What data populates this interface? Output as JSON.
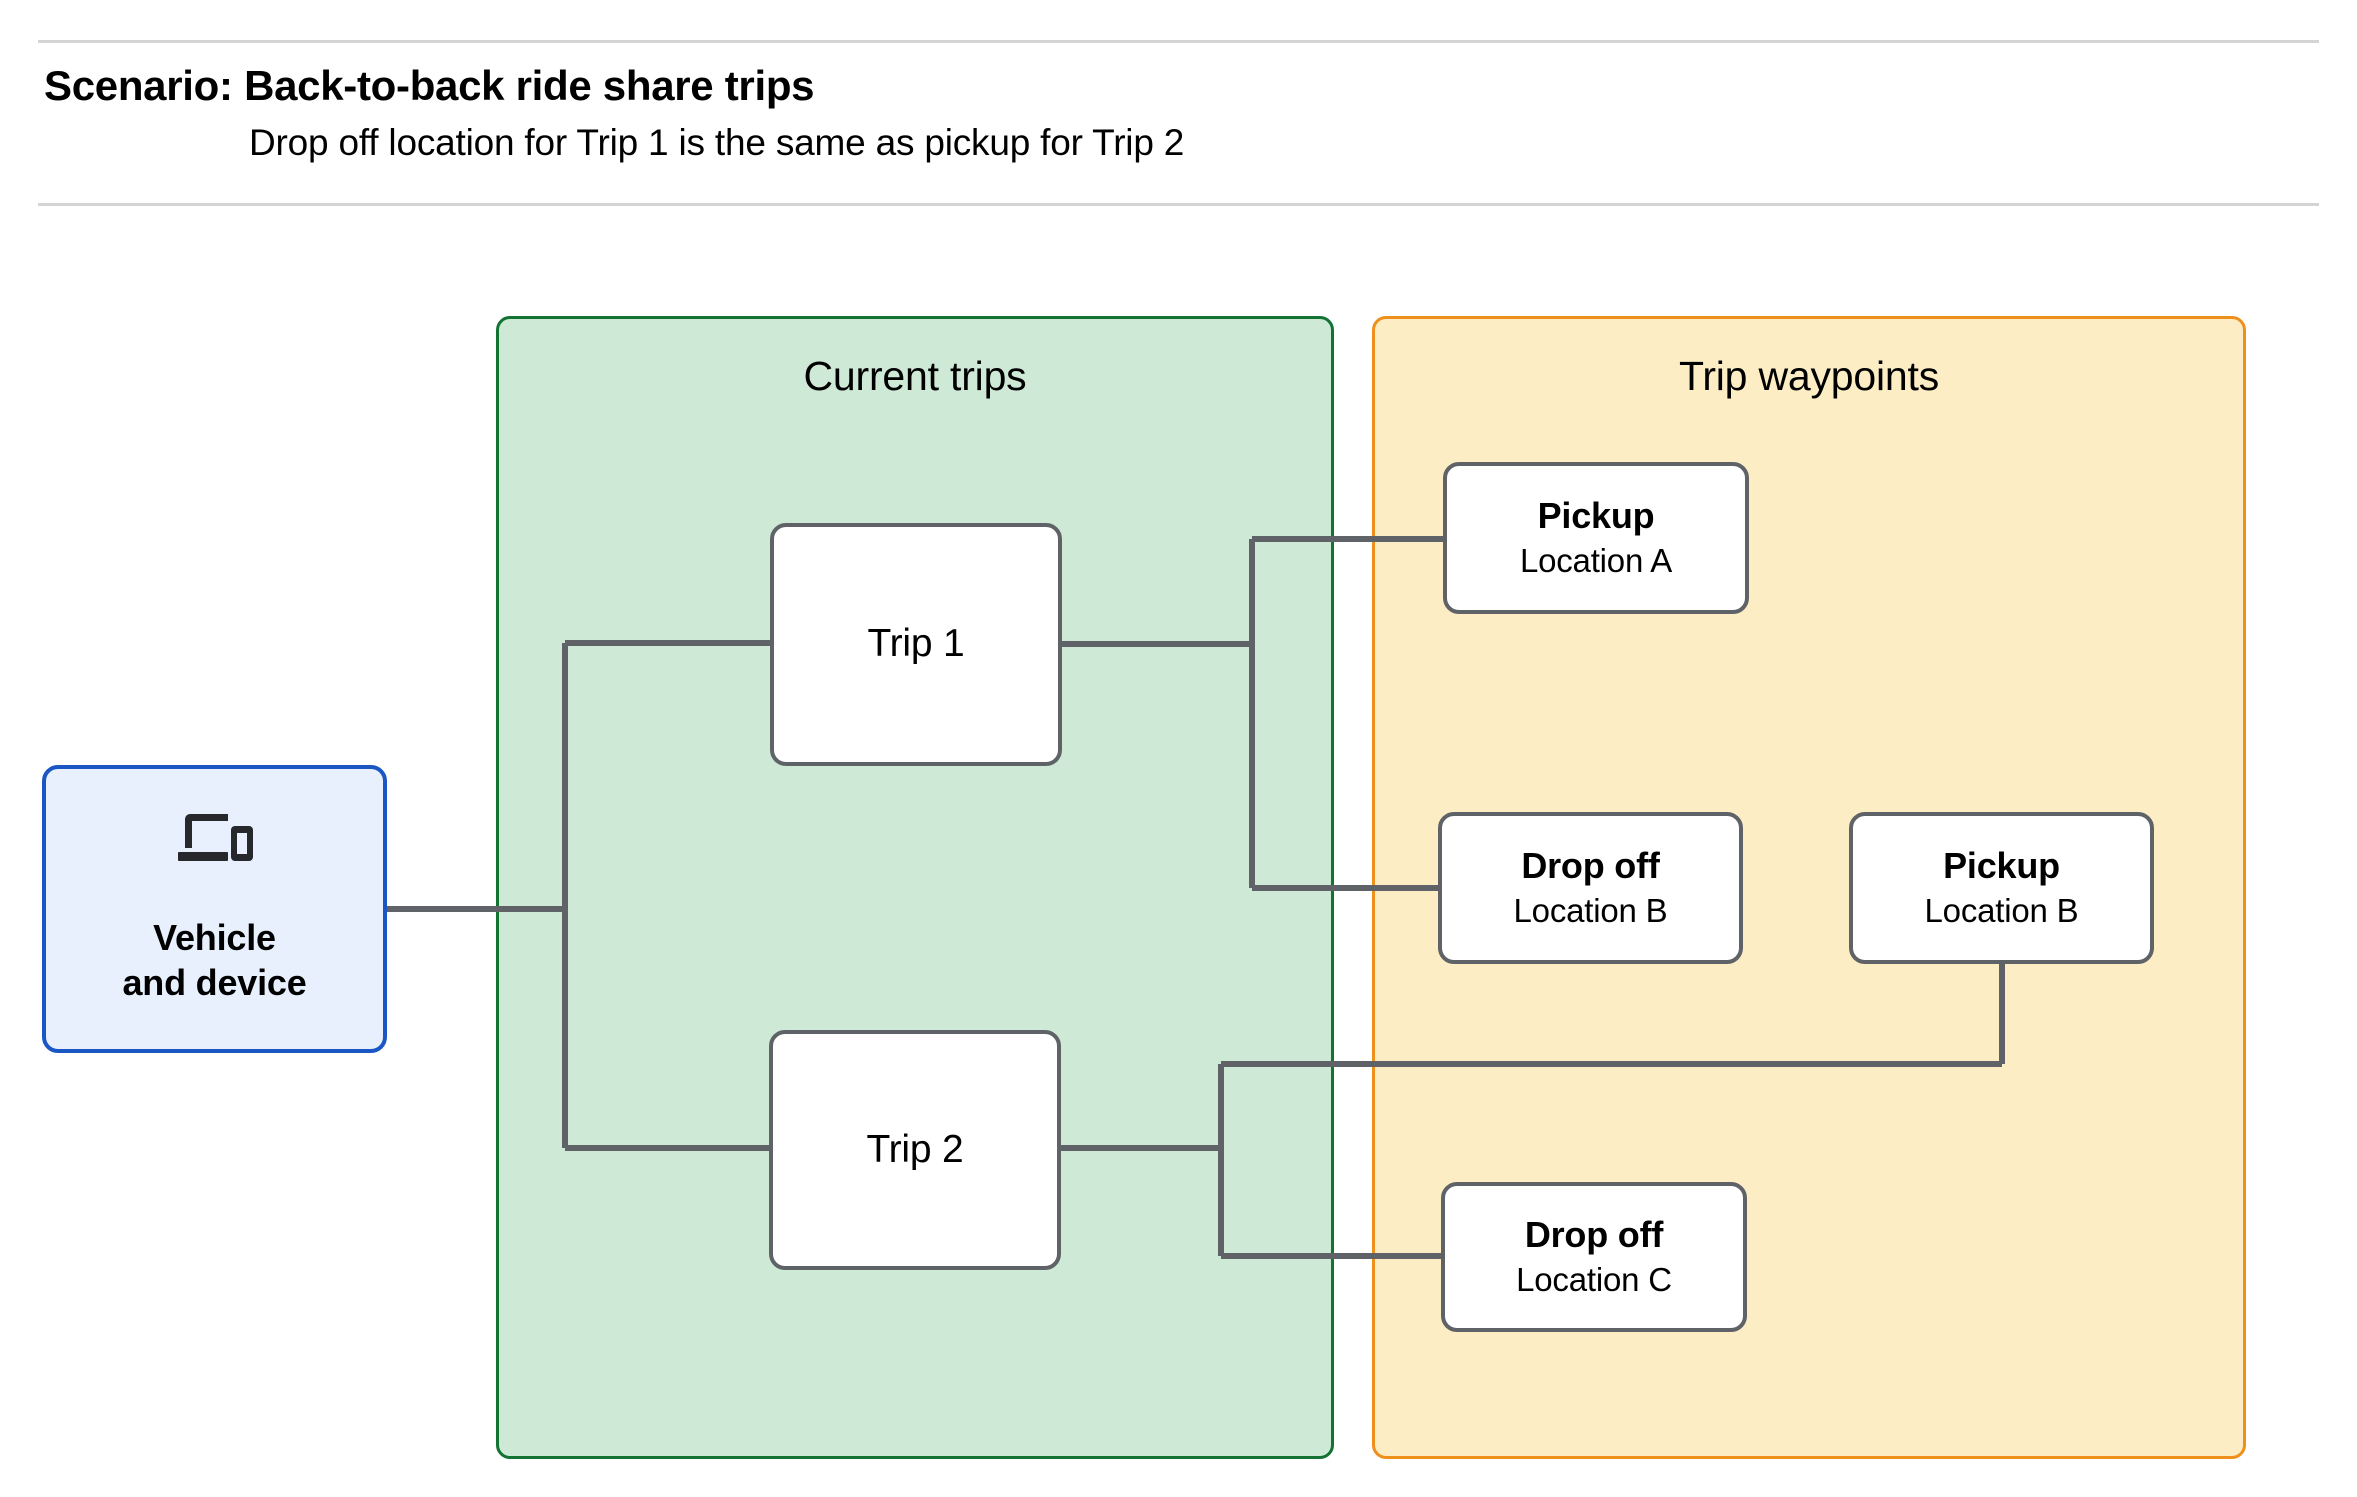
{
  "header": {
    "title": "Scenario: Back-to-back ride share trips",
    "subtitle": "Drop off  location for Trip 1 is the same as pickup for Trip 2"
  },
  "panels": {
    "current_trips": {
      "title": "Current trips",
      "fill": "#ceead6",
      "border": "#137333"
    },
    "trip_waypoints": {
      "title": "Trip waypoints",
      "fill": "#fcedc4",
      "border": "#ef8f1c"
    }
  },
  "vehicle": {
    "label": "Vehicle\nand device",
    "icon": "devices-icon",
    "fill": "#e8f0fe",
    "border": "#1a56c4"
  },
  "trips": [
    {
      "label": "Trip 1"
    },
    {
      "label": "Trip 2"
    }
  ],
  "waypoints": [
    {
      "kind": "Pickup",
      "location": "Location A"
    },
    {
      "kind": "Drop off",
      "location": "Location B"
    },
    {
      "kind": "Pickup",
      "location": "Location B"
    },
    {
      "kind": "Drop off",
      "location": "Location C"
    }
  ],
  "connector_color": "#5f6368"
}
